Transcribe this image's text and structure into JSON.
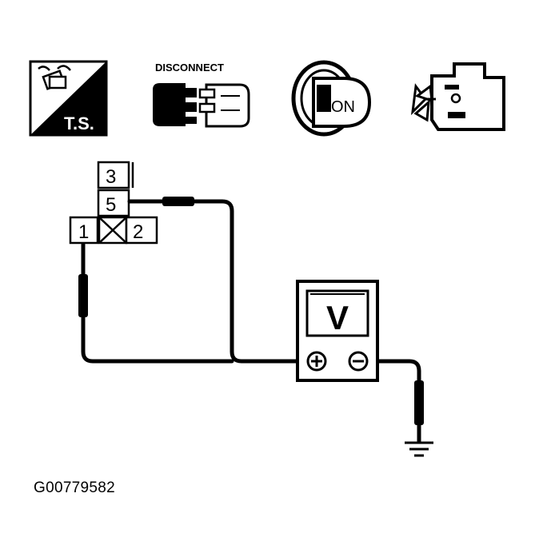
{
  "icons": {
    "troubleshoot_label": "T.S.",
    "disconnect_label": "DISCONNECT",
    "ignition_label": "ON"
  },
  "connector": {
    "pins": [
      "3",
      "5",
      "1",
      "2"
    ]
  },
  "voltmeter": {
    "display": "V",
    "positive_symbol": "⊕",
    "negative_symbol": "⊖"
  },
  "figure_id": "G00779582",
  "colors": {
    "ink": "#000000",
    "background": "#ffffff"
  }
}
